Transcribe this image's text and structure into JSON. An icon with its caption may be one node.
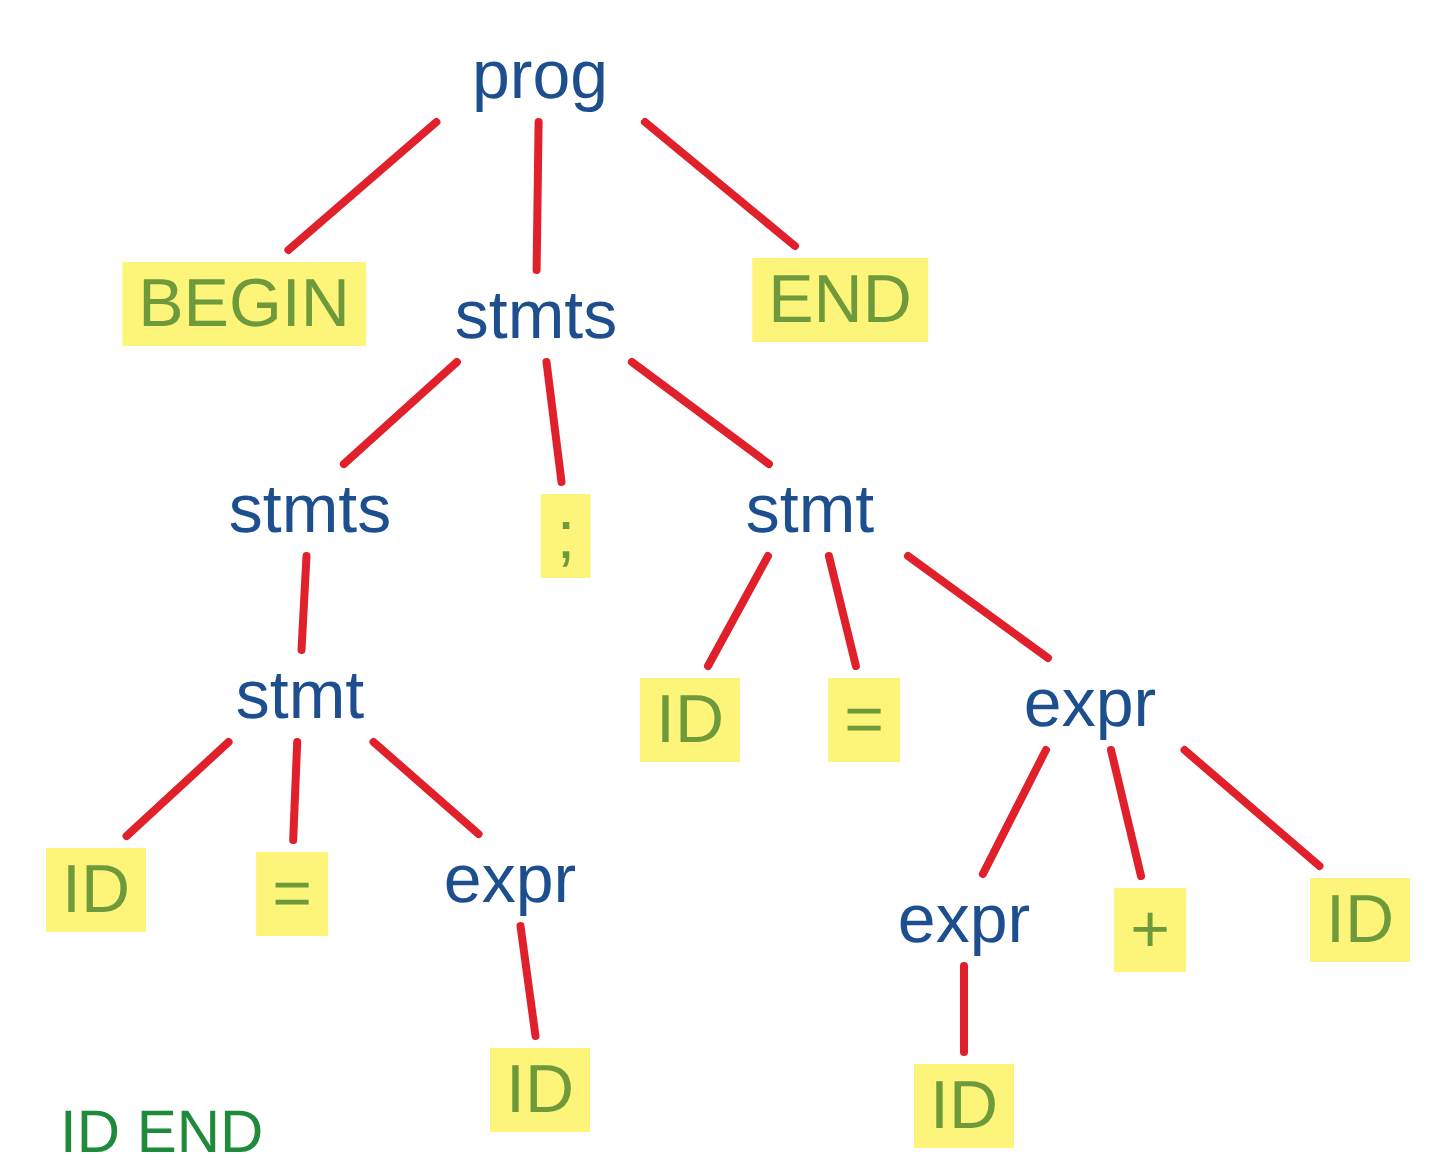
{
  "diagram": {
    "nodes": [
      {
        "text": [
          "prog"
        ]
      },
      {
        "text": [
          "BEGIN"
        ]
      },
      {
        "text": [
          "stmts"
        ]
      },
      {
        "text": [
          "END"
        ]
      },
      {
        "text": [
          "stmts"
        ]
      },
      {
        "text": [
          ";"
        ]
      },
      {
        "text": [
          "stmt"
        ]
      },
      {
        "text": [
          "stmt"
        ]
      },
      {
        "text": [
          "ID"
        ]
      },
      {
        "text": [
          "="
        ]
      },
      {
        "text": [
          "expr"
        ]
      },
      {
        "text": [
          "ID"
        ]
      },
      {
        "text": [
          "="
        ]
      },
      {
        "text": [
          "expr"
        ]
      },
      {
        "text": [
          "expr"
        ]
      },
      {
        "text": [
          "+"
        ]
      },
      {
        "text": [
          "ID"
        ]
      },
      {
        "text": [
          "ID"
        ]
      },
      {
        "text": [
          "ID"
        ]
      }
    ],
    "edges": [
      {
        "from": 0,
        "to": 1,
        "arrow": "none"
      },
      {
        "from": 0,
        "to": 2,
        "arrow": "none"
      },
      {
        "from": 0,
        "to": 3,
        "arrow": "none"
      },
      {
        "from": 2,
        "to": 4,
        "arrow": "none"
      },
      {
        "from": 2,
        "to": 5,
        "arrow": "none"
      },
      {
        "from": 2,
        "to": 6,
        "arrow": "none"
      },
      {
        "from": 4,
        "to": 7,
        "arrow": "none"
      },
      {
        "from": 6,
        "to": 8,
        "arrow": "none"
      },
      {
        "from": 6,
        "to": 9,
        "arrow": "none"
      },
      {
        "from": 6,
        "to": 10,
        "arrow": "none"
      },
      {
        "from": 7,
        "to": 11,
        "arrow": "none"
      },
      {
        "from": 7,
        "to": 12,
        "arrow": "none"
      },
      {
        "from": 7,
        "to": 13,
        "arrow": "none"
      },
      {
        "from": 10,
        "to": 14,
        "arrow": "none"
      },
      {
        "from": 10,
        "to": 15,
        "arrow": "none"
      },
      {
        "from": 10,
        "to": 16,
        "arrow": "none"
      },
      {
        "from": 13,
        "to": 17,
        "arrow": "none"
      },
      {
        "from": 14,
        "to": 18,
        "arrow": "none"
      }
    ],
    "labels": [
      "ID END"
    ]
  }
}
